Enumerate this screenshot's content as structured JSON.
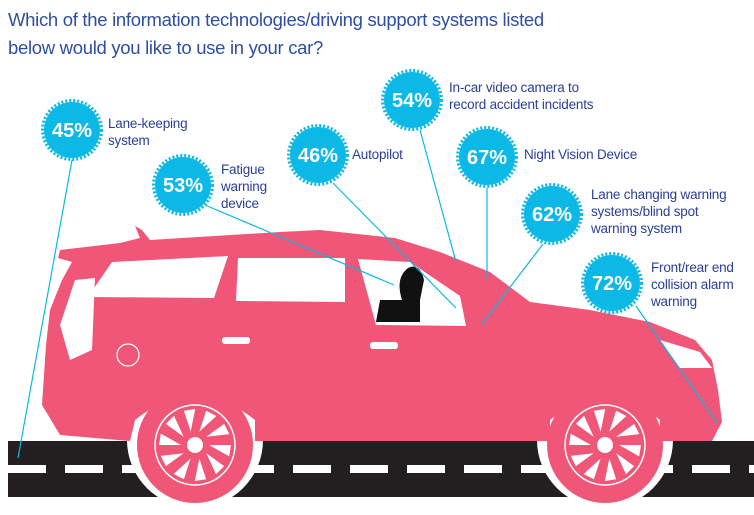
{
  "chart_data": {
    "type": "bar",
    "title": "Which of the information technologies/driving support systems listed below would you like to use in your car?",
    "categories": [
      "Lane-keeping system",
      "Fatigue warning device",
      "Autopilot",
      "In-car video camera to record accident incidents",
      "Night Vision Device",
      "Lane changing warning systems/blind spot warning system",
      "Front/rear end collision alarm warning"
    ],
    "label_lines": [
      [
        "Lane-keeping",
        "system"
      ],
      [
        "Fatigue",
        "warning",
        "device"
      ],
      [
        "Autopilot"
      ],
      [
        "In-car video camera to",
        "record accident incidents"
      ],
      [
        "Night Vision Device"
      ],
      [
        "Lane changing warning",
        "systems/blind spot",
        "warning system"
      ],
      [
        "Front/rear end",
        "collision alarm",
        "warning"
      ]
    ],
    "values": [
      45,
      53,
      46,
      54,
      67,
      62,
      72
    ],
    "unit": "%",
    "xlabel": "",
    "ylabel": "",
    "ylim": [
      0,
      100
    ]
  },
  "colors": {
    "badge": "#0bb8e6",
    "car": "#ef5677",
    "road": "#231f20",
    "text": "#2a3f98"
  }
}
